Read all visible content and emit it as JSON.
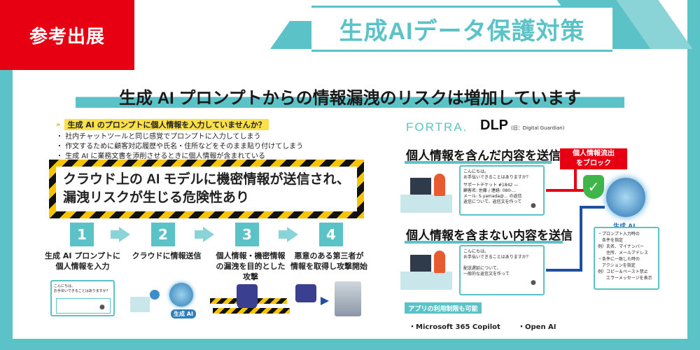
{
  "badge": "参考出展",
  "title": "生成AIデータ保護対策",
  "headline": "生成 AI プロンプトからの情報漏洩のリスクは増加しています",
  "left_panel": {
    "question": "生成 AI のプロンプトに個人情報を入力していませんか？",
    "bullets": [
      "社内チャットツールと同じ感覚でプロンプトに入力してしまう",
      "作文するために顧客対応履歴や氏名・住所などをそのまま貼り付けてしまう",
      "生成 AI に業務文書を添削させるときに個人情報が含まれている"
    ],
    "warning_line1": "クラウド上の AI モデルに機密情報が送信され、",
    "warning_line2": "漏洩リスクが生じる危険性あり",
    "steps": [
      {
        "num": "1",
        "line1": "生成 AI プロンプトに",
        "line2": "個人情報を入力",
        "line3": ""
      },
      {
        "num": "2",
        "line1": "クラウドに情報送信",
        "line2": "",
        "line3": ""
      },
      {
        "num": "3",
        "line1": "個人情報・機密情報",
        "line2": "の漏洩を目的とした",
        "line3": "攻撃"
      },
      {
        "num": "4",
        "line1": "悪意のある第三者が",
        "line2": "情報を取得し攻撃開始",
        "line3": ""
      }
    ],
    "chat_line1": "こんにちは。",
    "chat_line2": "お手伝いできることはありますか？",
    "ai_label": "生成 AI"
  },
  "right_panel": {
    "fortra": "FORTRA.",
    "dlp": "DLP",
    "dlp_sub": "(旧：Digital Guardian)",
    "section1": "個人情報を含んだ内容を送信",
    "section2": "個人情報を含まない内容を送信",
    "chat_greeting": "こんにちは。",
    "chat_q": "お手伝いできることはありますか？",
    "chat1_l1": "サポートチケット #1842 —",
    "chat1_l2": "顧客名: 佐藤 / 連絡: 080-...",
    "chat1_l3": "メール: S.yamada@... の返信",
    "chat1_l4": "返信について、返信文を作って",
    "chat2_l1": "配送遅延について、",
    "chat2_l2": "一般的な返信文を作って",
    "block_line1": "個人情報流出",
    "block_line2": "をブロック",
    "ai_label": "生成 AI",
    "info": [
      "・プロンプト入力時の",
      "　条件を指定",
      "例）氏名、マイナンバー",
      "　　住所、メールアドレス",
      "・条件に一致した時の",
      "　アクションを指定",
      "例）コピー＆ペースト禁止",
      "　　エラーメッセージを表示"
    ],
    "app_restriction": "アプリの利用制限も可能",
    "apps": [
      "・Microsoft 365 Copilot",
      "・Open AI"
    ]
  }
}
